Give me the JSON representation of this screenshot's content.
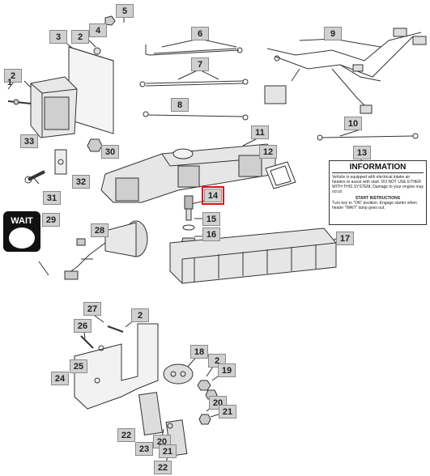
{
  "callouts": {
    "c1": "1",
    "c2a": "2",
    "c2b": "2",
    "c2c": "2",
    "c2d": "2",
    "c3": "3",
    "c4": "4",
    "c5": "5",
    "c6": "6",
    "c7": "7",
    "c8": "8",
    "c9": "9",
    "c10": "10",
    "c11": "11",
    "c12": "12",
    "c13": "13",
    "c14": "14",
    "c15": "15",
    "c16": "16",
    "c17": "17",
    "c18": "18",
    "c19": "19",
    "c20a": "20",
    "c20b": "20",
    "c21a": "21",
    "c21b": "21",
    "c22a": "22",
    "c22b": "22",
    "c23": "23",
    "c24": "24",
    "c25": "25",
    "c26": "26",
    "c27": "27",
    "c28": "28",
    "c29": "29",
    "c30": "30",
    "c31": "31",
    "c32": "32",
    "c33": "33"
  },
  "highlighted": "14",
  "wait_label": {
    "text": "WAIT"
  },
  "information_decal": {
    "title": "INFORMATION",
    "body": "Vehicle is equipped with electrical intake air heaters to assist with start. DO NOT USE ETHER WITH THIS SYSTEM. Damage to your engine may occur.",
    "subtitle": "START INSTRUCTIONS",
    "instructions": "Turn key to \"ON\" position. Engage starter when heater \"WAIT\" lamp goes out."
  },
  "colors": {
    "highlight": "#e01010",
    "callout_bg": "#d0d0d0",
    "line": "#333333"
  }
}
